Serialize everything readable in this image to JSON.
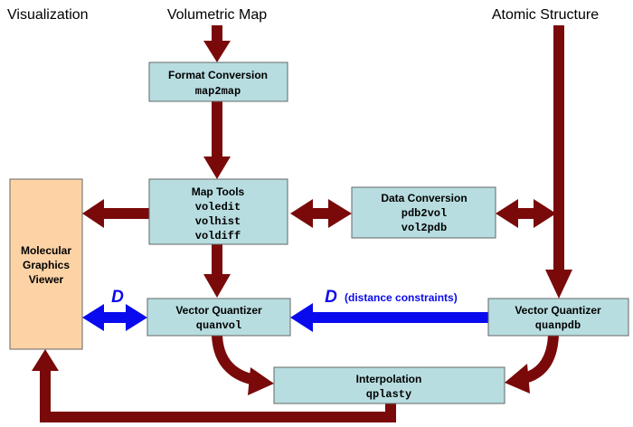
{
  "colors": {
    "box_fill": "#b7dde0",
    "viewer_fill": "#fdd3a6",
    "arrow_dark_red": "#7a0a0a",
    "arrow_blue": "#0a0aee"
  },
  "headers": {
    "visualization": "Visualization",
    "volumetric_map": "Volumetric Map",
    "atomic_structure": "Atomic Structure"
  },
  "boxes": {
    "format_conversion": {
      "title": "Format Conversion",
      "code": [
        "map2map"
      ]
    },
    "map_tools": {
      "title": "Map Tools",
      "code": [
        "voledit",
        "volhist",
        "voldiff"
      ]
    },
    "data_conversion": {
      "title": "Data Conversion",
      "code": [
        "pdb2vol",
        "vol2pdb"
      ]
    },
    "viewer": {
      "title": [
        "Molecular",
        "Graphics",
        "Viewer"
      ]
    },
    "vq_left": {
      "title": "Vector Quantizer",
      "code": [
        "quanvol"
      ]
    },
    "vq_right": {
      "title": "Vector Quantizer",
      "code": [
        "quanpdb"
      ]
    },
    "interpolation": {
      "title": "Interpolation",
      "code": [
        "qplasty"
      ]
    }
  },
  "labels": {
    "d_left": "D",
    "d_right": "D",
    "distance_constraints": "(distance constraints)"
  }
}
